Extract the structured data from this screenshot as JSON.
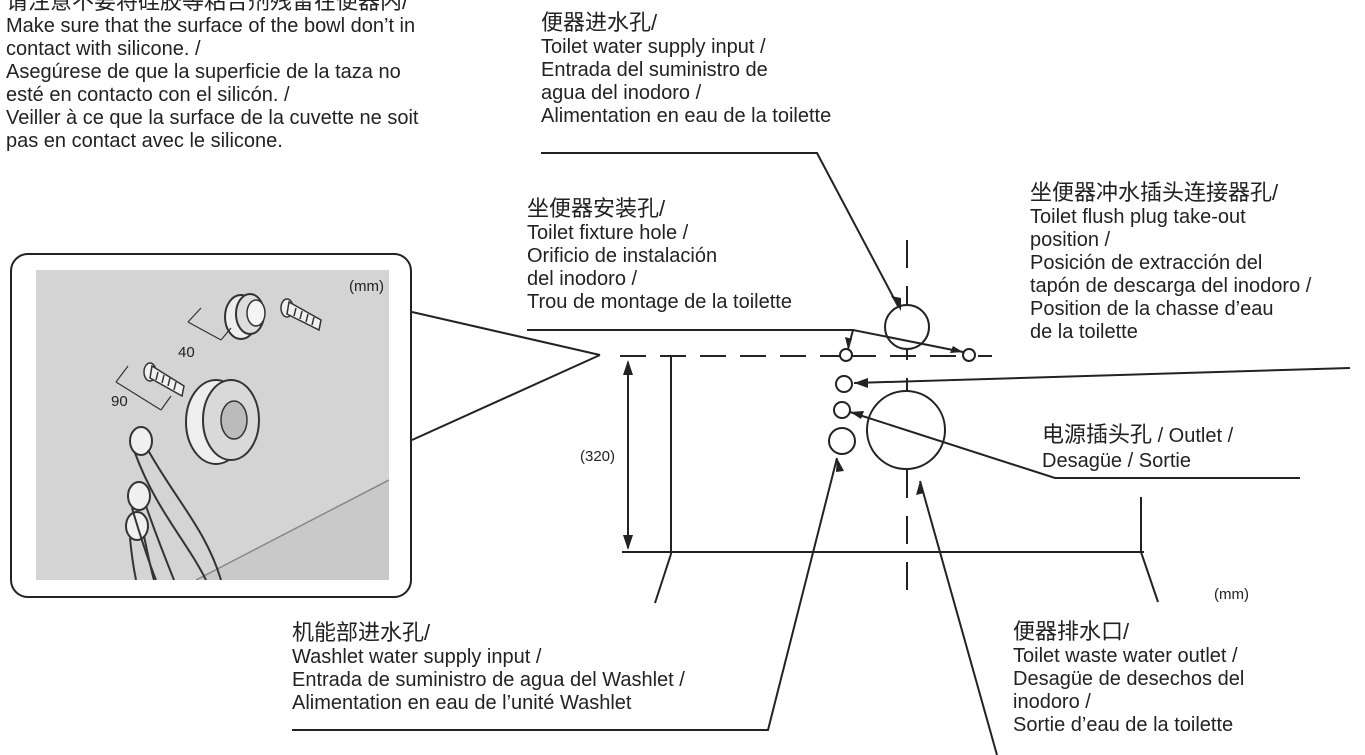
{
  "warning": {
    "lines": [
      "请注意不要将硅胶等粘合剂残留在便器内/",
      "Make sure that the surface of the bowl don’t in",
      "contact with silicone. /",
      "Asegúrese de que la superficie de la taza no",
      "esté en contacto con el silicón. /",
      "Veiller à ce que la surface de la cuvette ne soit",
      "pas en contact avec le silicone."
    ]
  },
  "labels": {
    "toilet_water_supply": {
      "zh": "便器进水孔/",
      "lines": [
        "Toilet water supply input /",
        "Entrada del suministro de",
        "agua del inodoro /",
        "Alimentation en eau de la toilette"
      ]
    },
    "toilet_fixture_hole": {
      "zh": "坐便器安装孔/",
      "lines": [
        "Toilet fixture hole /",
        "Orificio de instalación",
        "del inodoro /",
        "Trou de montage de la toilette"
      ]
    },
    "flush_plug": {
      "zh": "坐便器冲水插头连接器孔/",
      "lines": [
        "Toilet flush plug take-out",
        "position /",
        "Posición de extracción del",
        "tapón de descarga del inodoro /",
        "Position de la chasse d’eau",
        "de la toilette"
      ]
    },
    "outlet": {
      "zh": "电源插头孔",
      "line1": " / Outlet /",
      "line2": "Desagüe / Sortie"
    },
    "washlet_water_supply": {
      "zh": "机能部进水孔/",
      "lines": [
        "Washlet water supply input /",
        "Entrada de suministro de agua del Washlet /",
        "Alimentation en eau de l’unité Washlet"
      ]
    },
    "waste_outlet": {
      "zh": "便器排水口/",
      "lines": [
        "Toilet waste water outlet /",
        "Desagüe de desechos del",
        "inodoro /",
        "Sortie d’eau de la toilette"
      ]
    }
  },
  "dimensions": {
    "height": "(320)",
    "unit_main": "(mm)",
    "unit_inset": "(mm)",
    "inset_40": "40",
    "inset_90": "90"
  }
}
